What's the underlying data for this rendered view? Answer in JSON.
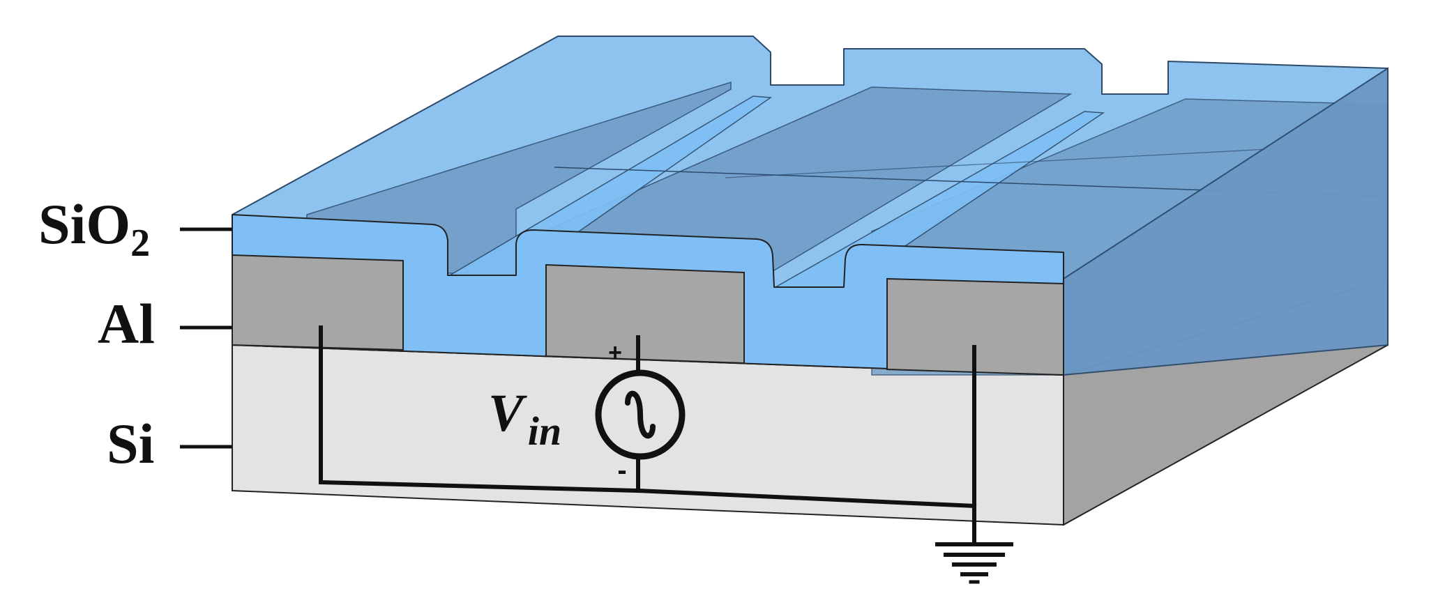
{
  "labels": {
    "sio2_main": "SiO",
    "sio2_sub": "2",
    "al": "Al",
    "si": "Si"
  },
  "source": {
    "v_main": "V",
    "v_sub": "in",
    "plus": "+",
    "minus": "-"
  },
  "colors": {
    "sio2": "#7fbff5",
    "sio2_top": "#8dc3ee",
    "sio2_side": "#6b97c4",
    "al_front": "#a6a6a6",
    "si_front": "#e3e3e3",
    "si_side": "#a3a3a3",
    "wire": "#111111"
  }
}
